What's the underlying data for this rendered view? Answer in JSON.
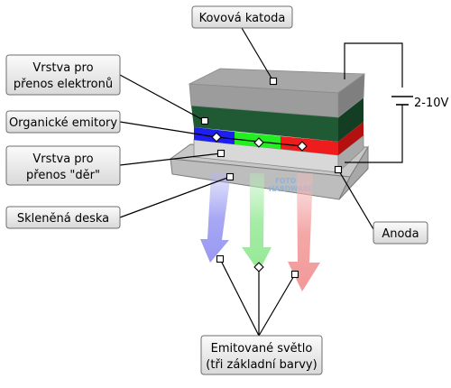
{
  "labels": {
    "kovova_katoda": "Kovová katoda",
    "vrstva_elektronu_1": "Vrstva pro",
    "vrstva_elektronu_2": "přenos elektronů",
    "organicke_emitory": "Organické emitory",
    "vrstva_der_1": "Vrstva pro",
    "vrstva_der_2": "přenos \"děr\"",
    "sklenena_deska": "Skleněná deska",
    "anoda": "Anoda",
    "emitovane_1": "Emitované světlo",
    "emitovane_2": "(tři základní barvy)",
    "voltage": "2-10V"
  },
  "watermark": [
    "FOTO",
    "HARDWARE"
  ],
  "colors": {
    "cathode": "#9a9a9a",
    "electron_layer": "#1f5a35",
    "emitter_blue": "#1e1ef0",
    "emitter_green": "#22ee22",
    "emitter_red": "#ee1c1c",
    "hole_layer": "#d8d8d8",
    "glass": "#c9c9c9",
    "light_blue": "#a8a8f4",
    "light_green": "#a6eca6",
    "light_red": "#f4a8a8"
  }
}
